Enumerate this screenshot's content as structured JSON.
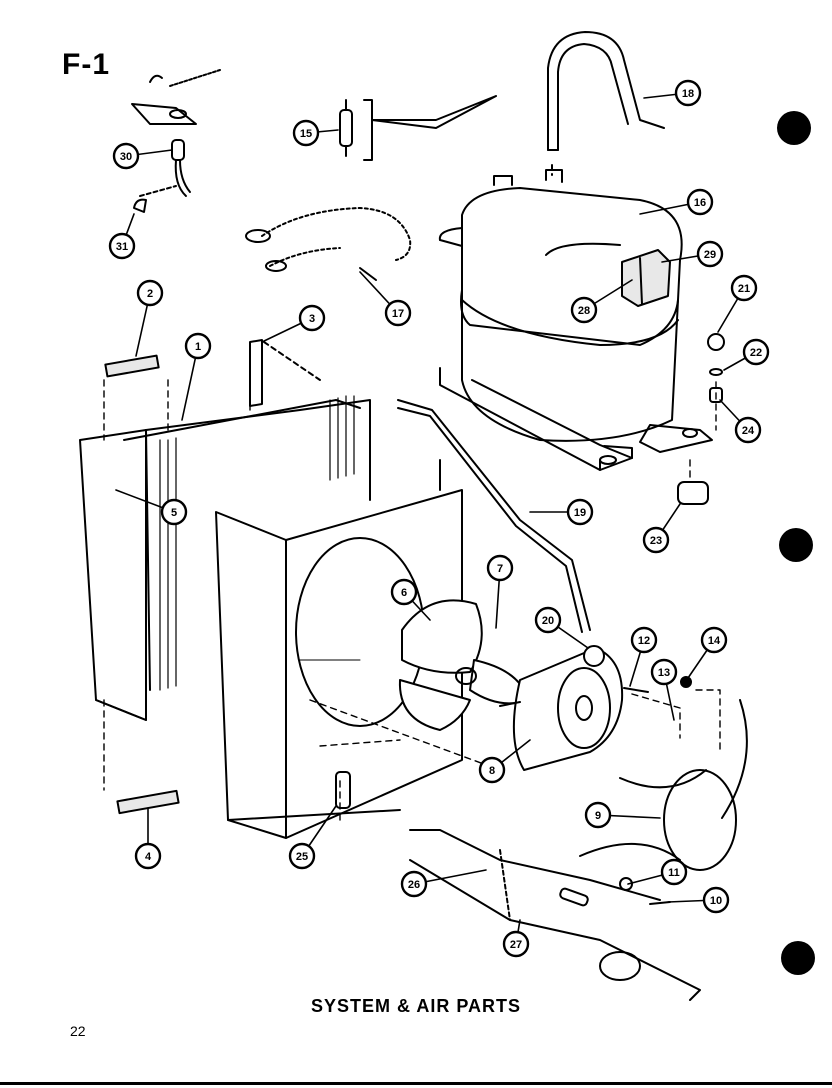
{
  "figure_label": "F-1",
  "caption": "SYSTEM & AIR PARTS",
  "page_number": "22",
  "colors": {
    "ink": "#000000",
    "paper": "#ffffff",
    "shade": "#e8e8e8"
  },
  "callouts": [
    "1",
    "2",
    "3",
    "4",
    "5",
    "6",
    "7",
    "8",
    "9",
    "10",
    "11",
    "12",
    "13",
    "14",
    "15",
    "16",
    "17",
    "18",
    "19",
    "20",
    "21",
    "22",
    "23",
    "24",
    "25",
    "26",
    "27",
    "28",
    "29",
    "30",
    "31"
  ]
}
